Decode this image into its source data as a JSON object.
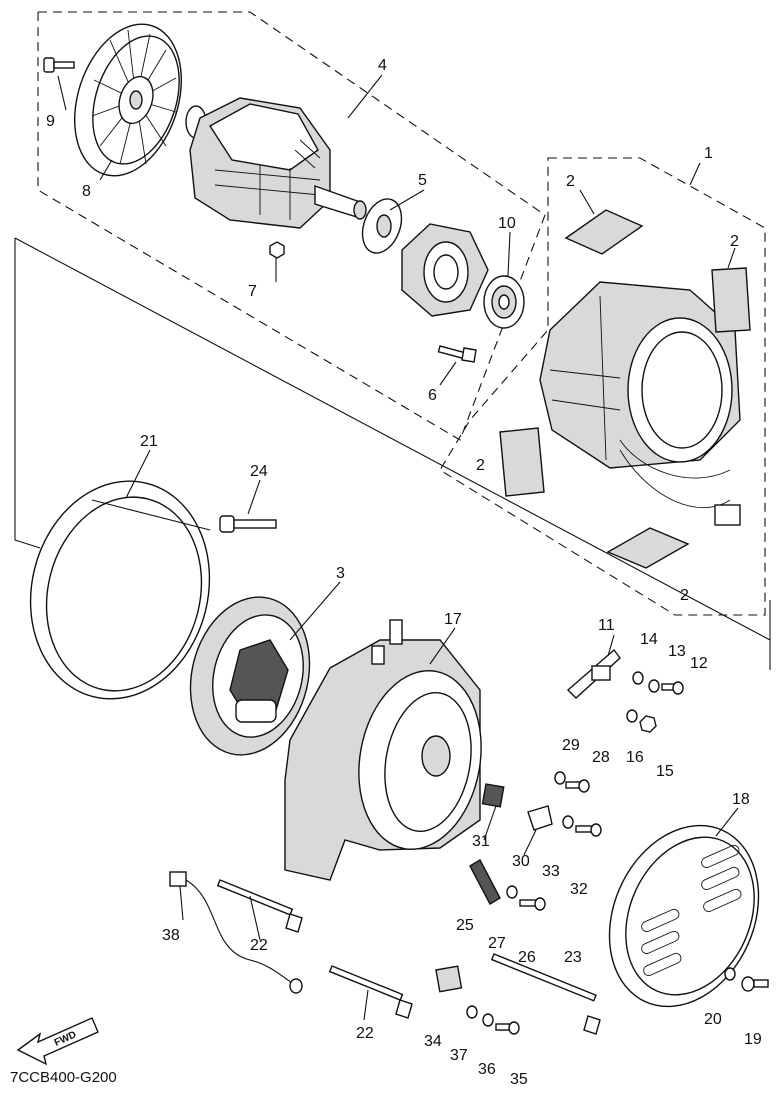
{
  "diagram_code": "7CCB400-G200",
  "fwd_label": "FWD",
  "callouts": {
    "c1": "1",
    "c2a": "2",
    "c2b": "2",
    "c2c": "2",
    "c2d": "2",
    "c3": "3",
    "c4": "4",
    "c5": "5",
    "c6": "6",
    "c7": "7",
    "c8": "8",
    "c9": "9",
    "c10": "10",
    "c11": "11",
    "c12": "12",
    "c13": "13",
    "c14": "14",
    "c15": "15",
    "c16": "16",
    "c17": "17",
    "c18": "18",
    "c19": "19",
    "c20": "20",
    "c21": "21",
    "c22a": "22",
    "c22b": "22",
    "c23": "23",
    "c24": "24",
    "c25": "25",
    "c26": "26",
    "c27": "27",
    "c28": "28",
    "c29": "29",
    "c30": "30",
    "c31": "31",
    "c32": "32",
    "c33": "33",
    "c34": "34",
    "c35": "35",
    "c36": "36",
    "c37": "37",
    "c38": "38"
  }
}
